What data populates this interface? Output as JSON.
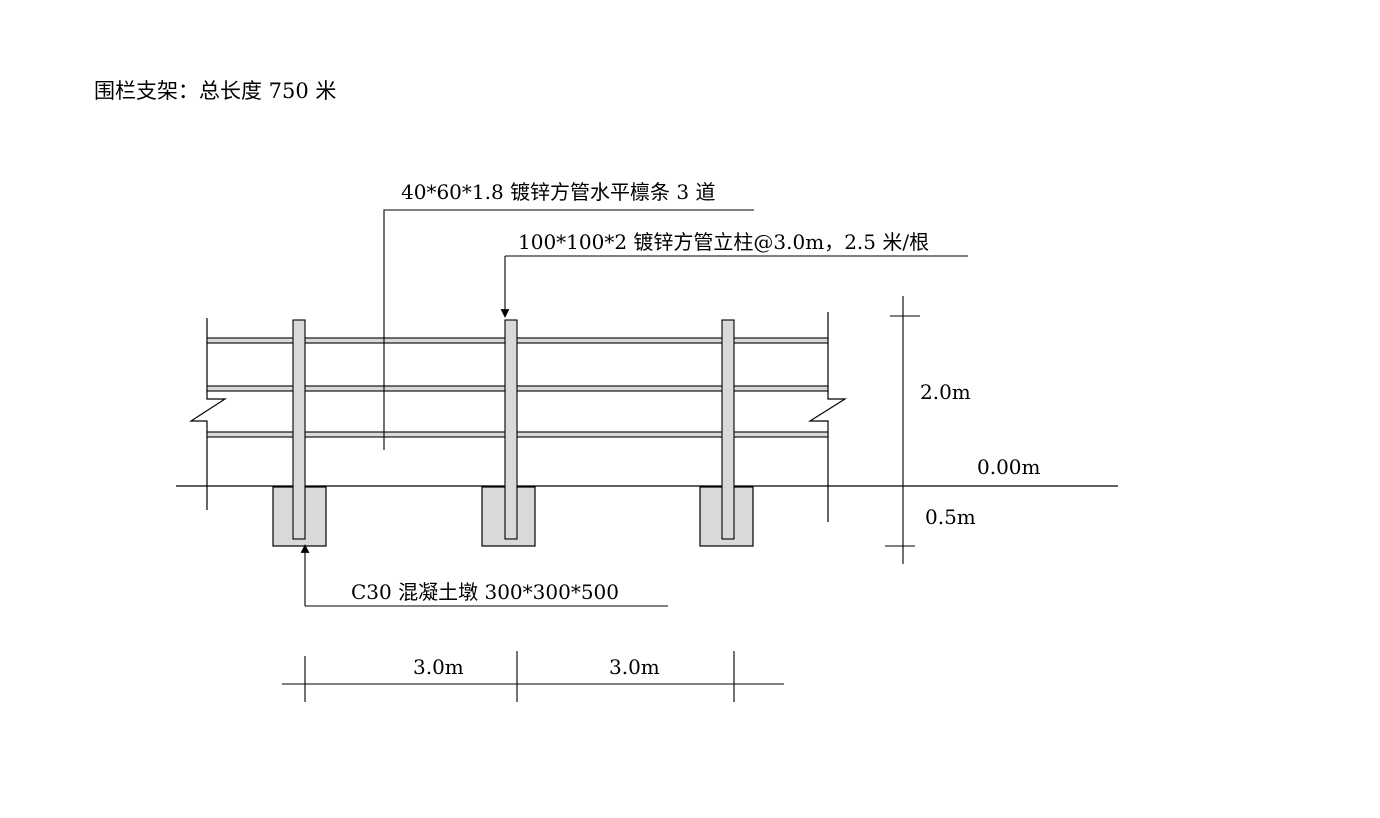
{
  "title": "围栏支架：总长度 750 米",
  "callouts": {
    "rail": "40*60*1.8 镀锌方管水平檩条 3 道",
    "post": "100*100*2 镀锌方管立柱@3.0m，2.5 米/根",
    "footing": "C30 混凝土墩 300*300*500"
  },
  "dimensions": {
    "height": "2.0m",
    "ground_level": "0.00m",
    "depth": "0.5m",
    "spacing_1": "3.0m",
    "spacing_2": "3.0m"
  },
  "colors": {
    "line": "#000000",
    "fill": "#d9d9d9"
  }
}
